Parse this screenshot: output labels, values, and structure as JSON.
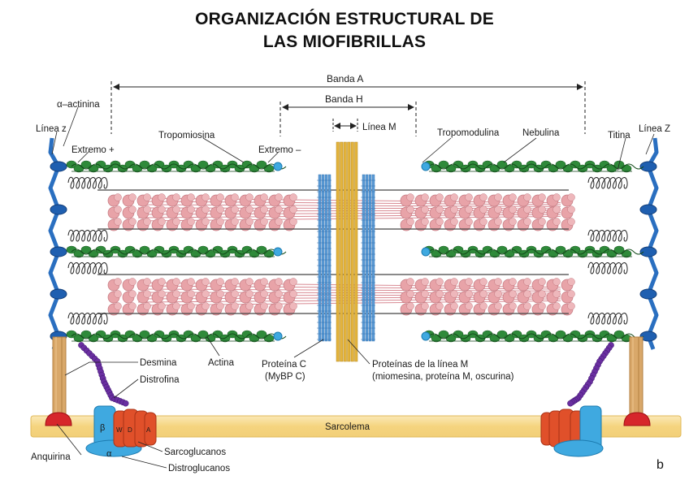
{
  "title": {
    "line1": "ORGANIZACIÓN ESTRUCTURAL DE",
    "line2": "LAS MIOFIBRILLAS"
  },
  "labels": {
    "banda_a": "Banda A",
    "banda_h": "Banda H",
    "linea_m": "Línea M",
    "alfa_actinina": "α–actinina",
    "linea_z_left": "Línea z",
    "linea_z_right": "Línea Z",
    "extremo_mas": "Extremo +",
    "tropomiosina": "Tropomiosina",
    "extremo_menos": "Extremo –",
    "tropomodulina": "Tropomodulina",
    "nebulina": "Nebulina",
    "titina": "Titina",
    "desmina": "Desmina",
    "distrofina": "Distrofina",
    "actina": "Actina",
    "proteina_c_1": "Proteína C",
    "proteina_c_2": "(MyBP C)",
    "proteinas_m_1": "Proteínas de la línea M",
    "proteinas_m_2": "(miomesina, proteína M, oscurina)",
    "sarcolema": "Sarcolema",
    "anquirina": "Anquirina",
    "sarcoglucanos": "Sarcoglucanos",
    "distroglucanos": "Distroglucanos",
    "beta": "β",
    "alfa": "α",
    "sg_w": "W",
    "sg_d": "D",
    "sg_a": "A",
    "panel": "b"
  },
  "colors": {
    "actin": "#2f8a3a",
    "myosin": "#e8a3a8",
    "zline": "#2a6fc0",
    "mline": "#e3b33c",
    "mybpc": "#5b9bd5",
    "sarcolemma": "#f7dc93",
    "desmin": "#6a2fa0",
    "anquirina": "#d6262b",
    "sarcoglycan": "#e0502a",
    "dystroglycan": "#3fa9e0"
  }
}
